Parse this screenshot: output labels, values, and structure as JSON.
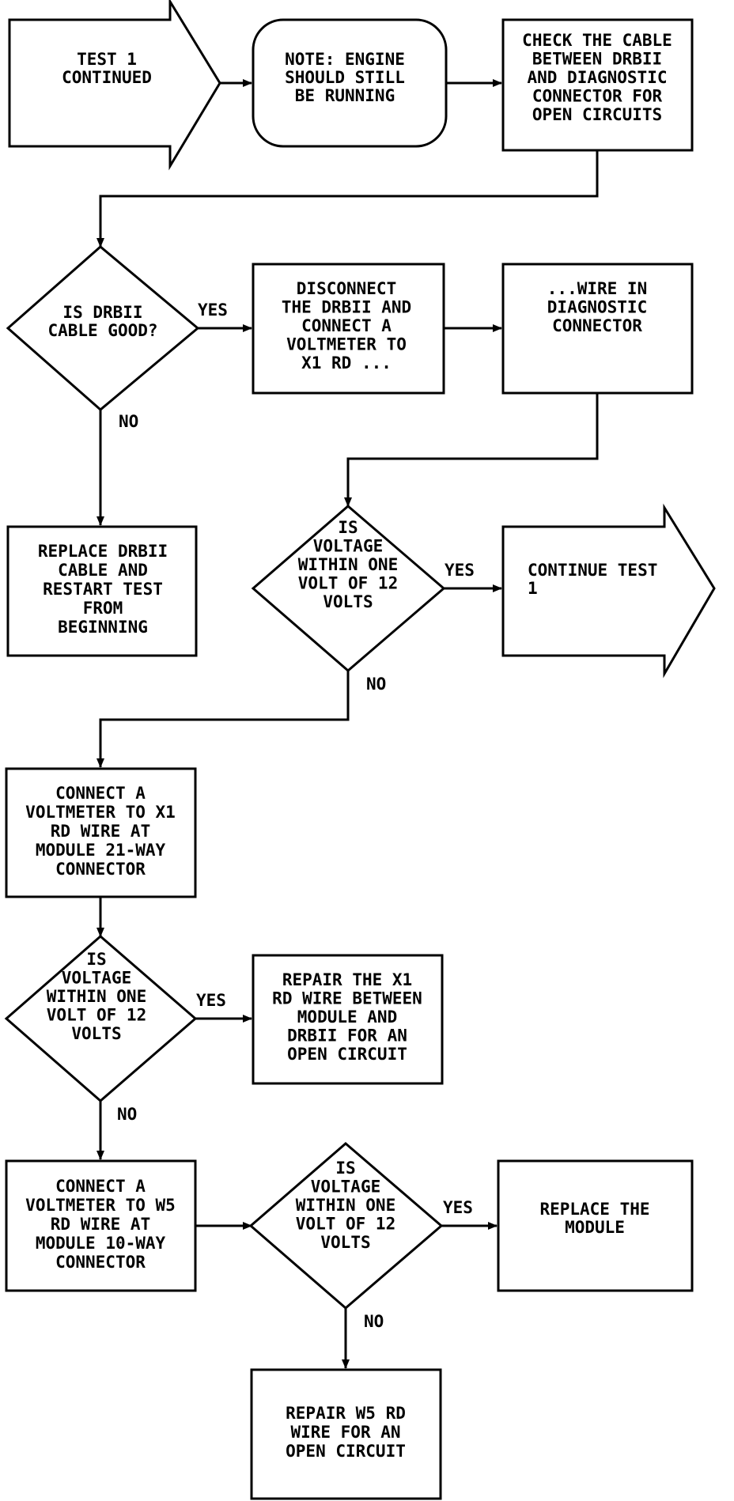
{
  "nodes": {
    "test1_continued": [
      "TEST 1",
      "CONTINUED"
    ],
    "note_engine": [
      "NOTE: ENGINE",
      "SHOULD STILL",
      "BE RUNNING"
    ],
    "check_cable": [
      "CHECK THE CABLE",
      "BETWEEN DRBII",
      "AND DIAGNOSTIC",
      "CONNECTOR FOR",
      "OPEN CIRCUITS"
    ],
    "is_drbii_cable_good": [
      "IS DRBII",
      "CABLE GOOD?"
    ],
    "disconnect_drbii": [
      "DISCONNECT",
      "THE DRBII AND",
      "CONNECT A",
      "VOLTMETER TO",
      "X1 RD ..."
    ],
    "wire_in_diag": [
      "...WIRE IN",
      "DIAGNOSTIC",
      "CONNECTOR"
    ],
    "replace_drbii_cable": [
      "REPLACE DRBII",
      "CABLE AND",
      "RESTART TEST",
      "FROM",
      "BEGINNING"
    ],
    "is_voltage_1": [
      "IS",
      "VOLTAGE",
      "WITHIN ONE",
      "VOLT OF 12",
      "VOLTS"
    ],
    "continue_test1": [
      "CONTINUE TEST",
      "1"
    ],
    "connect_x1_21way": [
      "CONNECT A",
      "VOLTMETER TO X1",
      "RD WIRE AT",
      "MODULE 21-WAY",
      "CONNECTOR"
    ],
    "is_voltage_2": [
      "IS",
      "VOLTAGE",
      "WITHIN ONE",
      "VOLT OF 12",
      "VOLTS"
    ],
    "repair_x1_wire": [
      "REPAIR THE X1",
      "RD WIRE BETWEEN",
      "MODULE AND",
      "DRBII FOR AN",
      "OPEN CIRCUIT"
    ],
    "connect_w5_10way": [
      "CONNECT A",
      "VOLTMETER TO W5",
      "RD WIRE AT",
      "MODULE 10-WAY",
      "CONNECTOR"
    ],
    "is_voltage_3": [
      "IS",
      "VOLTAGE",
      "WITHIN ONE",
      "VOLT OF 12",
      "VOLTS"
    ],
    "replace_module": [
      "REPLACE THE",
      "MODULE"
    ],
    "repair_w5_wire": [
      "REPAIR W5 RD",
      "WIRE FOR AN",
      "OPEN CIRCUIT"
    ]
  },
  "edge_labels": {
    "cable_good_yes": "YES",
    "cable_good_no": "NO",
    "voltage1_yes": "YES",
    "voltage1_no": "NO",
    "voltage2_yes": "YES",
    "voltage2_no": "NO",
    "voltage3_yes": "YES",
    "voltage3_no": "NO"
  }
}
